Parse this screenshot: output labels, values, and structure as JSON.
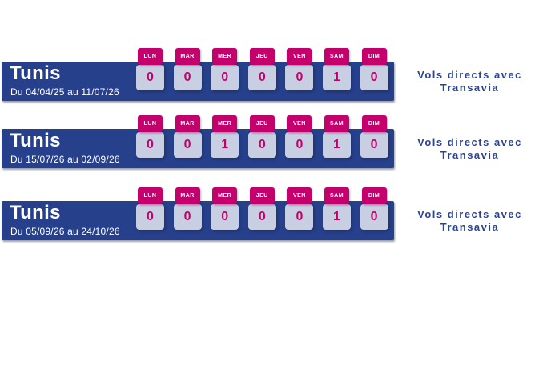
{
  "days": [
    "LUN",
    "MAR",
    "MER",
    "JEU",
    "VEN",
    "SAM",
    "DIM"
  ],
  "rows": [
    {
      "city": "Tunis",
      "period": "Du 04/04/25 au 11/07/26",
      "values": [
        0,
        0,
        0,
        0,
        0,
        1,
        0
      ],
      "note": "Vols directs avec\nTransavia"
    },
    {
      "city": "Tunis",
      "period": "Du 15/07/26 au 02/09/26",
      "values": [
        0,
        0,
        1,
        0,
        0,
        1,
        0
      ],
      "note": "Vols directs avec\nTransavia"
    },
    {
      "city": "Tunis",
      "period": "Du 05/09/26 au 24/10/26",
      "values": [
        0,
        0,
        0,
        0,
        0,
        1,
        0
      ],
      "note": "Vols directs avec\nTransavia"
    }
  ],
  "colors": {
    "banner_blue": "#26408C",
    "magenta": "#C4006C",
    "cell_bg": "#C9CFE2",
    "note_blue": "#2A4492",
    "text_white": "#FFFFFF"
  }
}
